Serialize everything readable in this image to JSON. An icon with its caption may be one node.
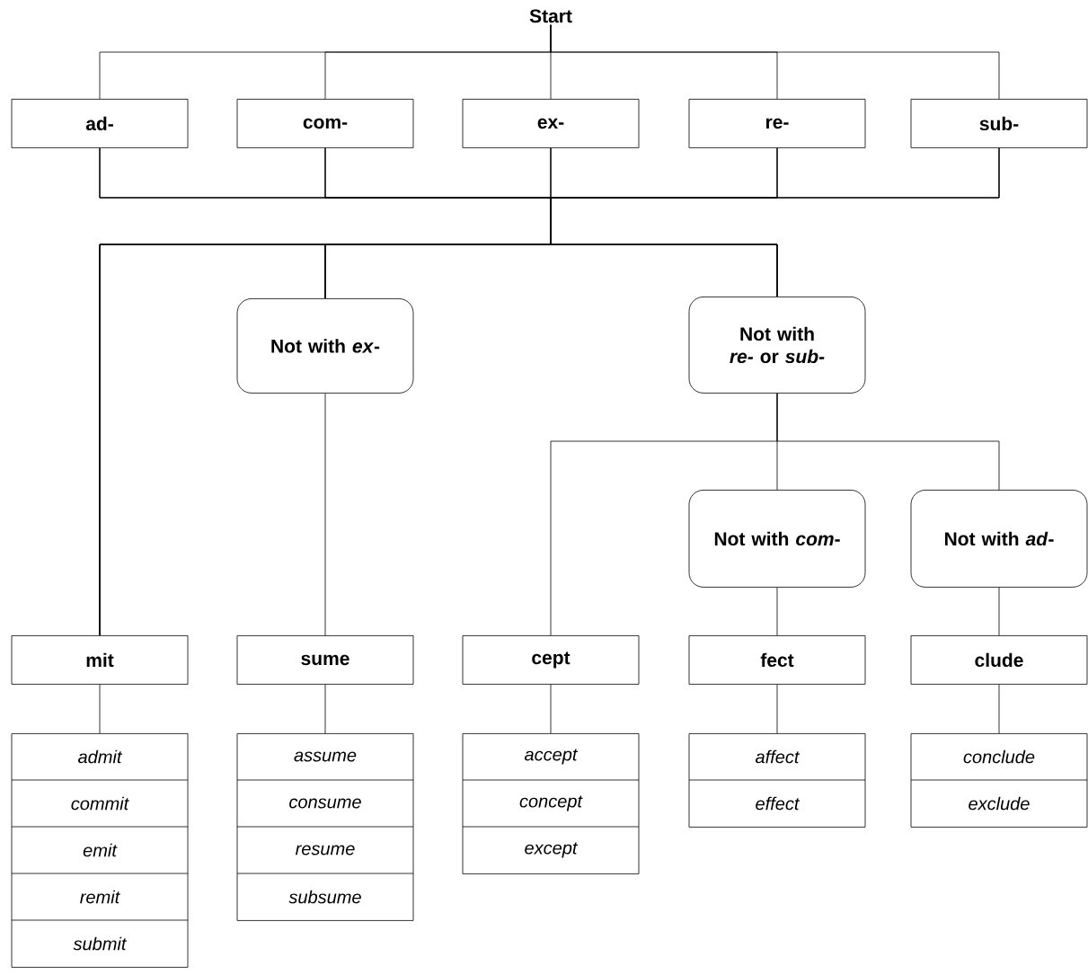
{
  "diagram": {
    "nodes": [
      {
        "text": [
          "Start"
        ]
      },
      {
        "text": [
          "ad-"
        ]
      },
      {
        "text": [
          "com-"
        ]
      },
      {
        "text": [
          "ex-"
        ]
      },
      {
        "text": [
          "re-"
        ]
      },
      {
        "text": [
          "sub-"
        ]
      },
      {
        "text": [
          "Not with *ex*-"
        ]
      },
      {
        "text": [
          "Not with *re-* or *sub-*"
        ]
      },
      {
        "text": [
          "Not with *com*-"
        ]
      },
      {
        "text": [
          "Not with *ad*-"
        ]
      },
      {
        "text": [
          "mit"
        ]
      },
      {
        "text": [
          "sume"
        ]
      },
      {
        "text": [
          "cept"
        ]
      },
      {
        "text": [
          "fect"
        ]
      },
      {
        "text": [
          "clude"
        ]
      },
      {
        "text": [
          "admit",
          "commit",
          "emit",
          "remit",
          "submit"
        ]
      },
      {
        "text": [
          "assume",
          "consume",
          "resume",
          "subsume"
        ]
      },
      {
        "text": [
          "accept",
          "concept",
          "except"
        ]
      },
      {
        "text": [
          "affect",
          "effect"
        ]
      },
      {
        "text": [
          "conclude",
          "exclude"
        ]
      }
    ],
    "edges": [
      {
        "from": 0,
        "to": 1,
        "arrow": "none"
      },
      {
        "from": 0,
        "to": 2,
        "arrow": "none"
      },
      {
        "from": 0,
        "to": 3,
        "arrow": "none"
      },
      {
        "from": 0,
        "to": 4,
        "arrow": "none"
      },
      {
        "from": 0,
        "to": 5,
        "arrow": "none"
      },
      {
        "from": 1,
        "to": 10,
        "arrow": "none"
      },
      {
        "from": 1,
        "to": 6,
        "arrow": "none"
      },
      {
        "from": 1,
        "to": 7,
        "arrow": "none"
      },
      {
        "from": 2,
        "to": 10,
        "arrow": "none"
      },
      {
        "from": 2,
        "to": 6,
        "arrow": "none"
      },
      {
        "from": 2,
        "to": 7,
        "arrow": "none"
      },
      {
        "from": 3,
        "to": 10,
        "arrow": "none"
      },
      {
        "from": 3,
        "to": 6,
        "arrow": "none"
      },
      {
        "from": 3,
        "to": 7,
        "arrow": "none"
      },
      {
        "from": 4,
        "to": 10,
        "arrow": "none"
      },
      {
        "from": 4,
        "to": 6,
        "arrow": "none"
      },
      {
        "from": 4,
        "to": 7,
        "arrow": "none"
      },
      {
        "from": 5,
        "to": 10,
        "arrow": "none"
      },
      {
        "from": 5,
        "to": 6,
        "arrow": "none"
      },
      {
        "from": 5,
        "to": 7,
        "arrow": "none"
      },
      {
        "from": 7,
        "to": 12,
        "arrow": "none"
      },
      {
        "from": 7,
        "to": 8,
        "arrow": "none"
      },
      {
        "from": 7,
        "to": 9,
        "arrow": "none"
      },
      {
        "from": 6,
        "to": 11,
        "arrow": "none"
      },
      {
        "from": 8,
        "to": 13,
        "arrow": "none"
      },
      {
        "from": 9,
        "to": 14,
        "arrow": "none"
      },
      {
        "from": 10,
        "to": 15,
        "arrow": "none"
      },
      {
        "from": 11,
        "to": 16,
        "arrow": "none"
      },
      {
        "from": 12,
        "to": 17,
        "arrow": "none"
      },
      {
        "from": 13,
        "to": 18,
        "arrow": "none"
      },
      {
        "from": 14,
        "to": 19,
        "arrow": "none"
      }
    ]
  }
}
